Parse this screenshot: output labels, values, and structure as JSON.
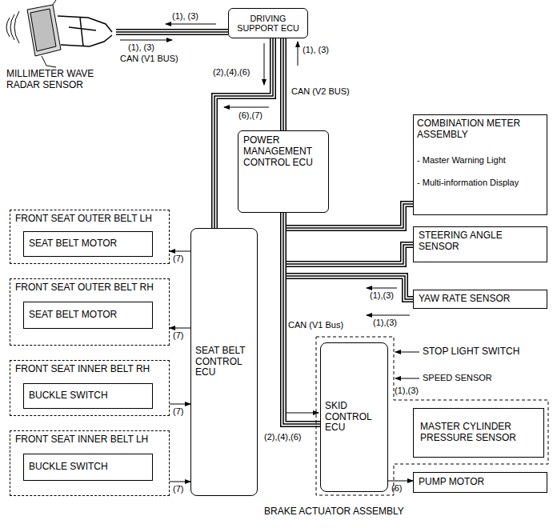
{
  "diagram": {
    "nodes": [
      {
        "text": [
          "MILLIMETER WAVE RADAR SENSOR"
        ]
      },
      {
        "text": [
          "DRIVING SUPPORT ECU"
        ]
      },
      {
        "text": [
          "POWER MANAGEMENT CONTROL ECU"
        ]
      },
      {
        "text": [
          "COMBINATION METER ASSEMBLY",
          "- Master Warning Light",
          "- Multi-information Display"
        ]
      },
      {
        "text": [
          "STEERING ANGLE SENSOR"
        ]
      },
      {
        "text": [
          "YAW RATE SENSOR"
        ]
      },
      {
        "text": [
          "FRONT SEAT OUTER BELT LH"
        ]
      },
      {
        "text": [
          "SEAT BELT MOTOR"
        ],
        "in": 6
      },
      {
        "text": [
          "FRONT SEAT OUTER BELT RH"
        ]
      },
      {
        "text": [
          "SEAT BELT MOTOR"
        ],
        "in": 8
      },
      {
        "text": [
          "FRONT SEAT INNER BELT RH"
        ]
      },
      {
        "text": [
          "BUCKLE SWITCH"
        ],
        "in": 10
      },
      {
        "text": [
          "FRONT SEAT INNER BELT LH"
        ]
      },
      {
        "text": [
          "BUCKLE SWITCH"
        ],
        "in": 12
      },
      {
        "text": [
          "SEAT BELT CONTROL ECU"
        ]
      },
      {
        "text": [
          "BRAKE ACTUATOR ASSEMBLY"
        ]
      },
      {
        "text": [
          "SKID CONTROL ECU"
        ],
        "in": 15
      },
      {
        "text": [
          "MASTER CYLINDER PRESSURE SENSOR"
        ],
        "in": 15
      },
      {
        "text": [
          "PUMP MOTOR"
        ]
      }
    ],
    "edges": [
      {
        "from": 0,
        "to": 1,
        "arrow": "none",
        "label": "CAN (V1 BUS)"
      },
      {
        "from": 1,
        "to": 2,
        "arrow": "none",
        "label": "CAN (V2 BUS)"
      },
      {
        "from": 1,
        "to": 14,
        "arrow": "none"
      },
      {
        "from": 2,
        "to": 3,
        "arrow": "none"
      },
      {
        "from": 2,
        "to": 4,
        "arrow": "none"
      },
      {
        "from": 2,
        "to": 5,
        "arrow": "none"
      },
      {
        "from": 2,
        "to": 16,
        "arrow": "none",
        "label": "CAN (V1 Bus)"
      },
      {
        "from": 14,
        "to": 6,
        "arrow": "to",
        "label": "(7)"
      },
      {
        "from": 14,
        "to": 8,
        "arrow": "to",
        "label": "(7)"
      },
      {
        "from": 10,
        "to": 14,
        "arrow": "to",
        "label": "(7)"
      },
      {
        "from": 12,
        "to": 14,
        "arrow": "to",
        "label": "(7)"
      },
      {
        "from": 16,
        "to": 18,
        "arrow": "to",
        "label": "(6)"
      }
    ],
    "labels": [
      "(1), (3)",
      "(1), (3)",
      "(2),(4),(6)",
      "(1), (3)",
      "(6),(7)",
      "(1),(3)",
      "(1),(3)",
      "STOP LIGHT SWITCH",
      "SPEED SENSOR",
      "(1),(3)",
      "(2),(4),(6)"
    ]
  }
}
